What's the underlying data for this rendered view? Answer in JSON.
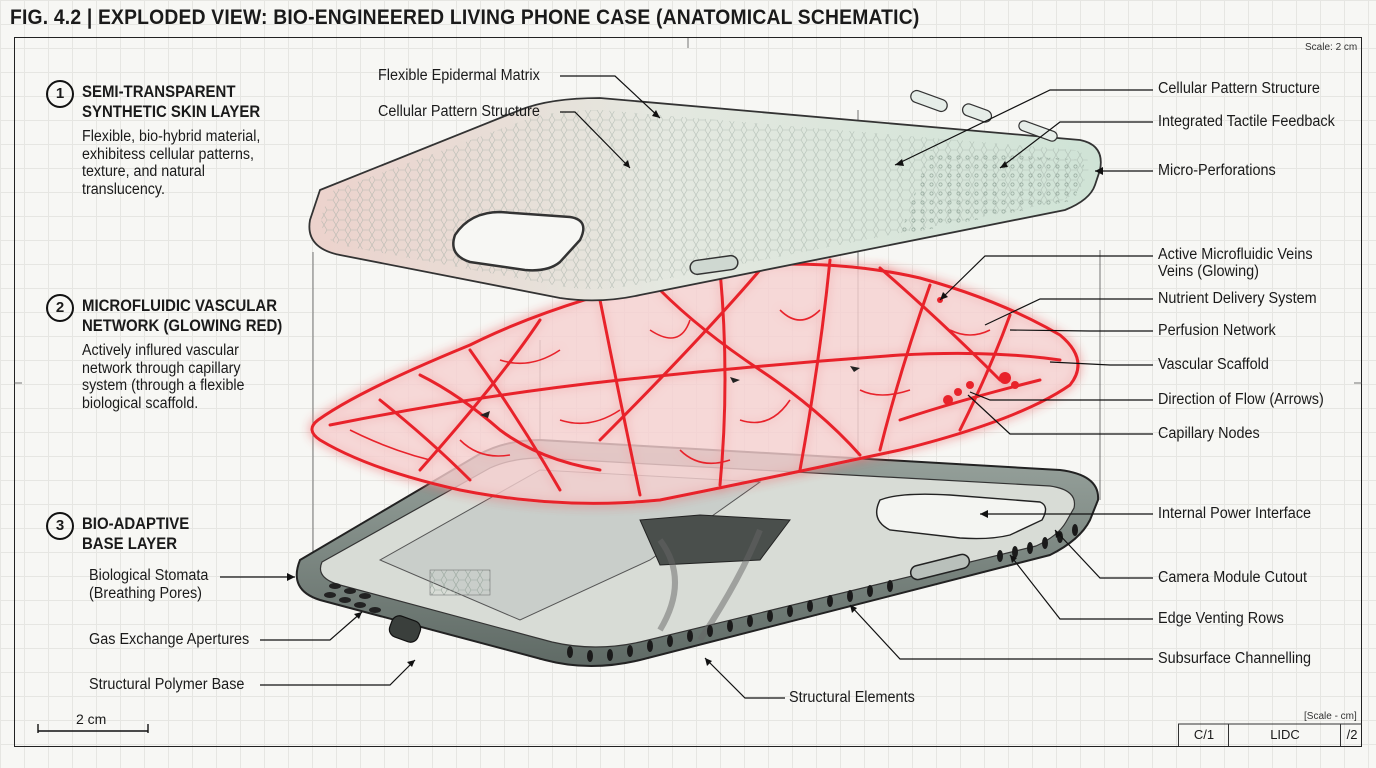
{
  "figure": {
    "title": "FIG. 4.2 | EXPLODED VIEW: BIO-ENGINEERED LIVING PHONE CASE (ANATOMICAL SCHEMATIC)",
    "scale_top": "Scale: 2 cm",
    "scale_bar_label": "2 cm",
    "scale_note": "[Scale - cm]"
  },
  "sections": [
    {
      "num": "1",
      "title_l1": "SEMI-TRANSPARENT",
      "title_l2": "SYNTHETIC SKIN LAYER",
      "desc": [
        "Flexible, bio-hybrid material,",
        "exhibitess cellular patterns,",
        "texture, and natural",
        "translucency."
      ]
    },
    {
      "num": "2",
      "title_l1": "MICROFLUIDIC VASCULAR",
      "title_l2": "NETWORK (GLOWING RED)",
      "desc": [
        "Actively influred vascular",
        "network through capillary",
        "system (through a flexible",
        "biological scaffold."
      ]
    },
    {
      "num": "3",
      "title_l1": "BIO-ADAPTIVE",
      "title_l2": "BASE LAYER"
    }
  ],
  "labels_left": {
    "stomata_l1": "Biological Stomata",
    "stomata_l2": "(Breathing Pores)",
    "gas": "Gas Exchange Apertures",
    "polymer": "Structural Polymer Base"
  },
  "labels_top": {
    "epidermal": "Flexible Epidermal Matrix",
    "cellular_left": "Cellular Pattern Structure"
  },
  "labels_right": {
    "cellular": "Cellular Pattern Structure",
    "tactile": "Integrated Tactile Feedback",
    "perforations": "Micro-Perforations",
    "veins_l1": "Active Microfluidic Veins",
    "veins_l2": "Veins (Glowing)",
    "nutrient": "Nutrient Delivery System",
    "perfusion": "Perfusion Network",
    "scaffold": "Vascular Scaffold",
    "flow": "Direction of Flow (Arrows)",
    "nodes": "Capillary Nodes",
    "power": "Internal Power Interface",
    "camera": "Camera Module Cutout",
    "venting": "Edge Venting Rows",
    "subsurface": "Subsurface Channelling"
  },
  "labels_bottom": {
    "structural": "Structural Elements"
  },
  "title_block": {
    "c1": "C/1",
    "c2": "LIDC",
    "c3": "/2"
  },
  "colors": {
    "vein": "#e8202a",
    "skin_green": "#cfe3d6",
    "skin_pink": "#ecd2cc",
    "base": "#7f8c86"
  }
}
